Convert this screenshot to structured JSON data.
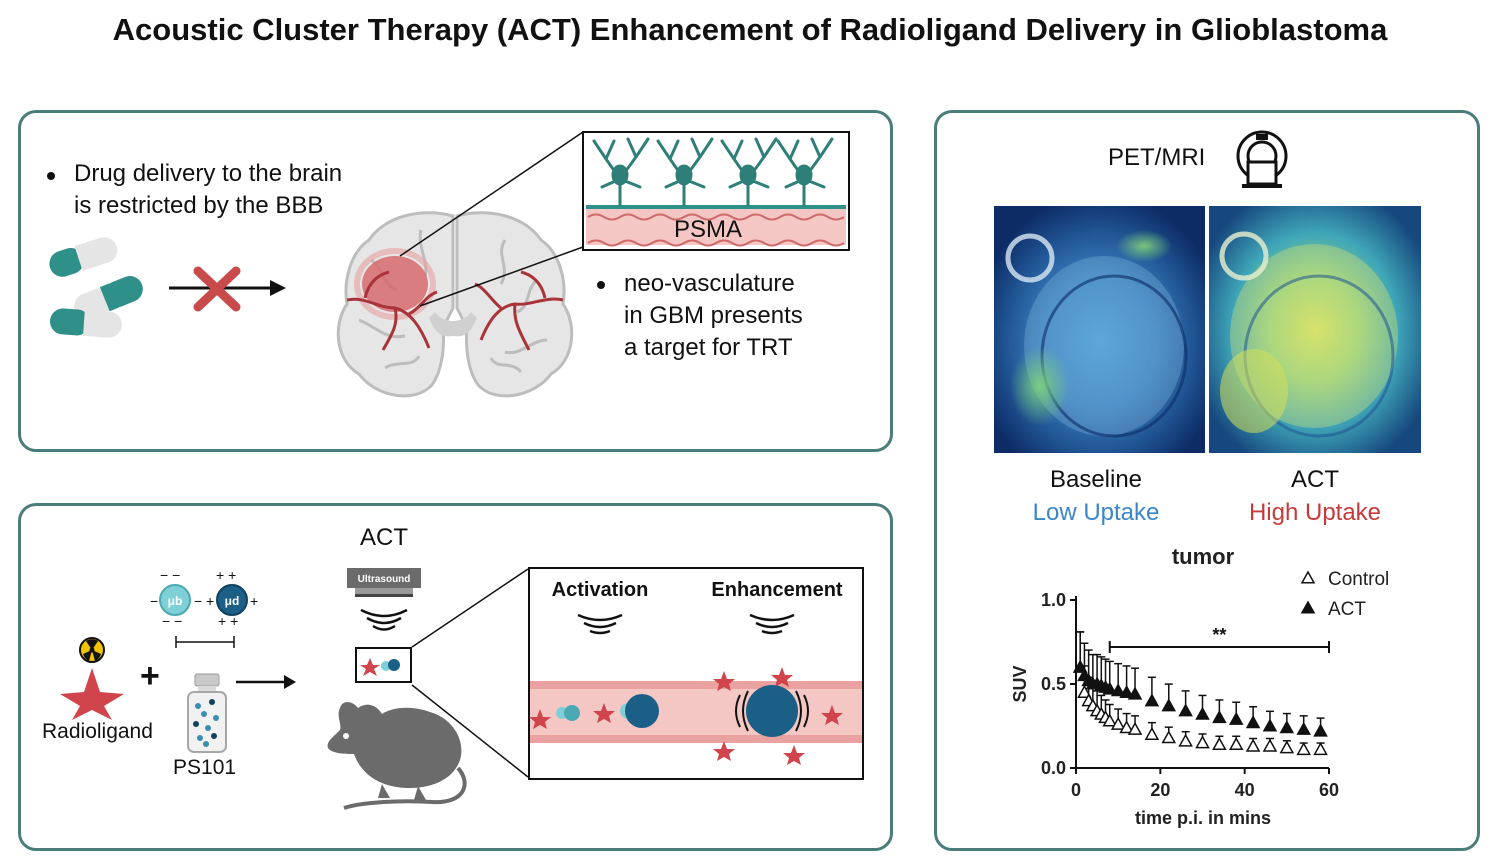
{
  "title": "Acoustic Cluster Therapy (ACT) Enhancement of Radioligand Delivery in Glioblastoma",
  "panel_top": {
    "bullet1_line1": "Drug delivery to the brain",
    "bullet1_line2": "is restricted by the BBB",
    "psma_label": "PSMA",
    "bullet2_line1": "neo-vasculature",
    "bullet2_line2": "in GBM presents",
    "bullet2_line3": "a target for TRT"
  },
  "panel_bottom": {
    "act_label": "ACT",
    "ultrasound_label": "Ultrasound",
    "ub_label": "μb",
    "ud_label": "μd",
    "radioligand_label": "Radioligand",
    "ps101_label": "PS101",
    "activation_label": "Activation",
    "enhancement_label": "Enhancement"
  },
  "panel_right": {
    "pet_mri_label": "PET/MRI",
    "baseline_label": "Baseline",
    "baseline_sub": "Low Uptake",
    "act_label": "ACT",
    "act_sub": "High Uptake",
    "colors": {
      "low": "#3a86c8",
      "high": "#c73a3a"
    }
  },
  "chart_data": {
    "type": "scatter",
    "title": "tumor",
    "xlabel": "time p.i. in mins",
    "ylabel": "SUV",
    "xlim": [
      0,
      60
    ],
    "ylim": [
      0,
      1.0
    ],
    "xticks": [
      "0",
      "20",
      "40",
      "60"
    ],
    "yticks": [
      "0.0",
      "0.5",
      "1.0"
    ],
    "legend_position": "top-right",
    "significance": "**",
    "series": [
      {
        "name": "Control",
        "marker": "open-triangle",
        "x": [
          1,
          2,
          3,
          4,
          5,
          6,
          7,
          8,
          10,
          12,
          14,
          18,
          22,
          26,
          30,
          34,
          38,
          42,
          46,
          50,
          54,
          58
        ],
        "y": [
          0.6,
          0.45,
          0.4,
          0.37,
          0.34,
          0.32,
          0.3,
          0.28,
          0.26,
          0.24,
          0.23,
          0.2,
          0.18,
          0.16,
          0.15,
          0.14,
          0.14,
          0.13,
          0.13,
          0.12,
          0.11,
          0.11
        ]
      },
      {
        "name": "ACT",
        "marker": "filled-triangle",
        "x": [
          1,
          2,
          3,
          4,
          5,
          6,
          7,
          8,
          10,
          12,
          14,
          18,
          22,
          26,
          30,
          34,
          38,
          42,
          46,
          50,
          54,
          58
        ],
        "y": [
          0.6,
          0.55,
          0.52,
          0.5,
          0.5,
          0.49,
          0.48,
          0.47,
          0.46,
          0.45,
          0.44,
          0.4,
          0.37,
          0.34,
          0.32,
          0.3,
          0.29,
          0.27,
          0.25,
          0.24,
          0.23,
          0.22
        ]
      }
    ]
  }
}
